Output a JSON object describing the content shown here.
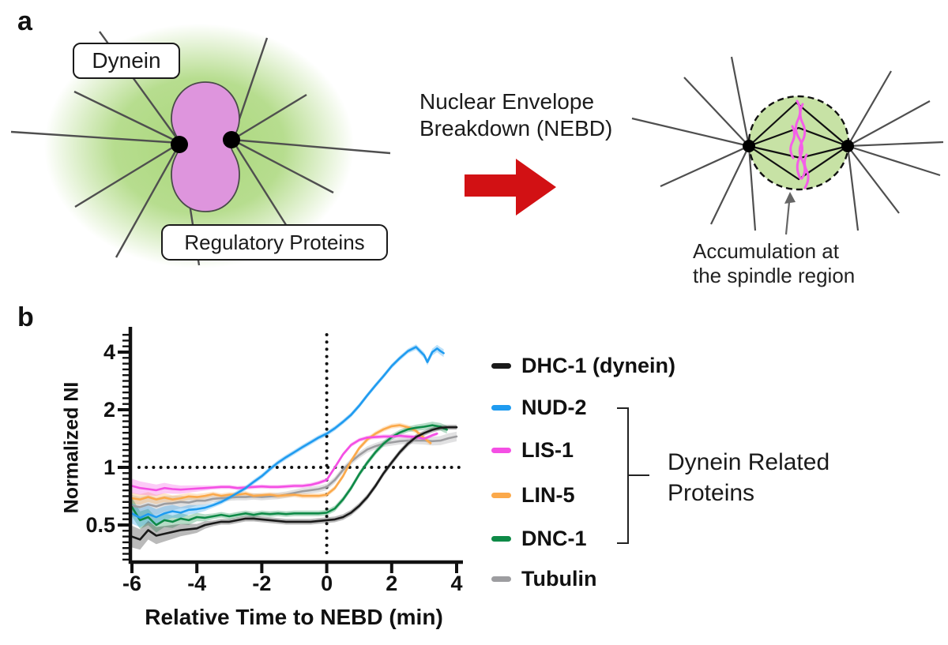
{
  "panel_a": {
    "letter": "a",
    "dynein_label": "Dynein",
    "regulatory_label": "Regulatory Proteins",
    "nebd_title_line1": "Nuclear Envelope",
    "nebd_title_line2": "Breakdown (NEBD)",
    "accumulation_line1": "Accumulation at",
    "accumulation_line2": "the spindle region",
    "colors": {
      "cell_glow": "#aad77b",
      "nucleus": "#de95dd",
      "nucleus_outline": "#4a4a4a",
      "microtubule": "#4f4f4f",
      "centrosome": "#000000",
      "spindle_region_fill": "#c7e2a5",
      "spindle_fiber": "#111111",
      "chromosomes": "#f45fe8",
      "nebd_arrow_red": "#d21114",
      "annotation_arrow": "#666666"
    }
  },
  "panel_b": {
    "letter": "b",
    "ylabel": "Normalized NI",
    "xlabel": "Relative Time to NEBD (min)",
    "legend_items": [
      "DHC-1 (dynein)",
      "NUD-2",
      "LIS-1",
      "LIN-5",
      "DNC-1",
      "Tubulin"
    ],
    "group_label_line1": "Dynein Related",
    "group_label_line2": "Proteins"
  },
  "chart_data": {
    "type": "line",
    "title": "",
    "xlabel": "Relative Time to NEBD (min)",
    "ylabel": "Normalized NI",
    "yscale": "log2",
    "xlim": [
      -6,
      4.15
    ],
    "ylim": [
      0.32,
      5.1
    ],
    "xticks": [
      -6,
      -4,
      -2,
      0,
      2,
      4
    ],
    "yticks": [
      0.5,
      1,
      2,
      4
    ],
    "grid": false,
    "legend_position": "right",
    "reference_lines": {
      "horizontal_y": 1,
      "vertical_x": 0
    },
    "series": [
      {
        "name": "DHC-1 (dynein)",
        "color": "#1a1a1a",
        "band": [
          1.14,
          1.035,
          1.03
        ],
        "t": [
          -6,
          -5.75,
          -5.5,
          -5.25,
          -5,
          -4.75,
          -4.5,
          -4.25,
          -4,
          -3.75,
          -3.5,
          -3.25,
          -3,
          -2.75,
          -2.5,
          -2.25,
          -2,
          -1.75,
          -1.5,
          -1.25,
          -1,
          -0.75,
          -0.5,
          -0.25,
          0,
          0.25,
          0.5,
          0.75,
          1,
          1.25,
          1.5,
          1.75,
          2,
          2.25,
          2.5,
          2.75,
          3,
          3.25,
          3.5,
          3.75,
          4
        ],
        "v": [
          0.435,
          0.42,
          0.47,
          0.44,
          0.45,
          0.46,
          0.47,
          0.475,
          0.48,
          0.5,
          0.51,
          0.52,
          0.52,
          0.53,
          0.54,
          0.54,
          0.535,
          0.53,
          0.525,
          0.52,
          0.52,
          0.52,
          0.52,
          0.525,
          0.53,
          0.535,
          0.55,
          0.58,
          0.63,
          0.7,
          0.8,
          0.93,
          1.06,
          1.2,
          1.33,
          1.44,
          1.51,
          1.57,
          1.61,
          1.62,
          1.62
        ]
      },
      {
        "name": "NUD-2",
        "color": "#1f9bf0",
        "band": [
          1.13,
          1.03,
          1.05
        ],
        "t": [
          -6,
          -5.75,
          -5.5,
          -5.25,
          -5,
          -4.75,
          -4.5,
          -4.25,
          -4,
          -3.75,
          -3.5,
          -3.25,
          -3,
          -2.75,
          -2.5,
          -2.25,
          -2,
          -1.75,
          -1.5,
          -1.25,
          -1,
          -0.75,
          -0.5,
          -0.25,
          0,
          0.25,
          0.5,
          0.75,
          1,
          1.25,
          1.5,
          1.75,
          2,
          2.25,
          2.5,
          2.75,
          3,
          3.1,
          3.25,
          3.4,
          3.5,
          3.6
        ],
        "v": [
          0.575,
          0.545,
          0.57,
          0.55,
          0.575,
          0.59,
          0.58,
          0.6,
          0.605,
          0.615,
          0.635,
          0.66,
          0.695,
          0.735,
          0.78,
          0.84,
          0.9,
          0.98,
          1.06,
          1.13,
          1.2,
          1.275,
          1.35,
          1.43,
          1.5,
          1.6,
          1.73,
          1.88,
          2.1,
          2.38,
          2.68,
          3,
          3.38,
          3.72,
          4.05,
          4.25,
          3.85,
          3.55,
          4,
          4.18,
          4.05,
          3.95
        ]
      },
      {
        "name": "LIS-1",
        "color": "#f44fe4",
        "band": [
          1.09,
          1.025,
          1.02
        ],
        "t": [
          -6,
          -5.75,
          -5.5,
          -5.25,
          -5,
          -4.75,
          -4.5,
          -4.25,
          -4,
          -3.75,
          -3.5,
          -3.25,
          -3,
          -2.75,
          -2.5,
          -2.25,
          -2,
          -1.75,
          -1.5,
          -1.25,
          -1,
          -0.75,
          -0.5,
          -0.25,
          0,
          0.25,
          0.5,
          0.75,
          1,
          1.25,
          1.5,
          1.75,
          2,
          2.25,
          2.5,
          2.75,
          3,
          3.25,
          3.4
        ],
        "v": [
          0.8,
          0.78,
          0.77,
          0.76,
          0.78,
          0.77,
          0.765,
          0.77,
          0.775,
          0.78,
          0.785,
          0.79,
          0.79,
          0.78,
          0.785,
          0.79,
          0.795,
          0.79,
          0.79,
          0.795,
          0.8,
          0.8,
          0.81,
          0.83,
          0.86,
          1,
          1.17,
          1.31,
          1.39,
          1.43,
          1.44,
          1.45,
          1.45,
          1.46,
          1.45,
          1.44,
          1.41,
          1.47,
          1.5
        ]
      },
      {
        "name": "LIN-5",
        "color": "#fba94b",
        "band": [
          1.07,
          1.03,
          1.03
        ],
        "t": [
          -6,
          -5.75,
          -5.5,
          -5.25,
          -5,
          -4.75,
          -4.5,
          -4.25,
          -4,
          -3.75,
          -3.5,
          -3.25,
          -3,
          -2.75,
          -2.5,
          -2.25,
          -2,
          -1.75,
          -1.5,
          -1.25,
          -1,
          -0.75,
          -0.5,
          -0.25,
          0,
          0.25,
          0.5,
          0.75,
          1,
          1.25,
          1.5,
          1.75,
          2,
          2.25,
          2.5,
          2.75,
          3,
          3.2
        ],
        "v": [
          0.69,
          0.68,
          0.7,
          0.68,
          0.695,
          0.68,
          0.69,
          0.705,
          0.7,
          0.71,
          0.725,
          0.71,
          0.72,
          0.72,
          0.73,
          0.71,
          0.715,
          0.72,
          0.71,
          0.715,
          0.72,
          0.71,
          0.71,
          0.71,
          0.72,
          0.78,
          0.9,
          1.08,
          1.26,
          1.4,
          1.5,
          1.58,
          1.64,
          1.66,
          1.62,
          1.55,
          1.42,
          1.34
        ]
      },
      {
        "name": "DNC-1",
        "color": "#0e8a47",
        "band": [
          1.12,
          1.035,
          1.05
        ],
        "t": [
          -6,
          -5.75,
          -5.5,
          -5.25,
          -5,
          -4.75,
          -4.5,
          -4.25,
          -4,
          -3.75,
          -3.5,
          -3.25,
          -3,
          -2.75,
          -2.5,
          -2.25,
          -2,
          -1.75,
          -1.5,
          -1.25,
          -1,
          -0.75,
          -0.5,
          -0.25,
          0,
          0.25,
          0.5,
          0.75,
          1,
          1.25,
          1.5,
          1.75,
          2,
          2.25,
          2.5,
          2.75,
          3,
          3.25,
          3.5,
          3.6,
          3.7
        ],
        "v": [
          0.62,
          0.53,
          0.55,
          0.5,
          0.53,
          0.52,
          0.54,
          0.53,
          0.55,
          0.545,
          0.555,
          0.565,
          0.555,
          0.565,
          0.575,
          0.565,
          0.575,
          0.57,
          0.575,
          0.57,
          0.575,
          0.575,
          0.575,
          0.575,
          0.58,
          0.61,
          0.68,
          0.78,
          0.92,
          1.06,
          1.2,
          1.33,
          1.44,
          1.52,
          1.58,
          1.61,
          1.63,
          1.66,
          1.63,
          1.6,
          1.575
        ]
      },
      {
        "name": "Tubulin",
        "color": "#9d9da0",
        "band": [
          1.14,
          1.04,
          1.06
        ],
        "t": [
          -6,
          -5.75,
          -5.5,
          -5.25,
          -5,
          -4.75,
          -4.5,
          -4.25,
          -4,
          -3.75,
          -3.5,
          -3.25,
          -3,
          -2.75,
          -2.5,
          -2.25,
          -2,
          -1.75,
          -1.5,
          -1.25,
          -1,
          -0.75,
          -0.5,
          -0.25,
          0,
          0.25,
          0.5,
          0.75,
          1,
          1.25,
          1.5,
          1.75,
          2,
          2.25,
          2.5,
          2.75,
          3,
          3.25,
          3.5,
          3.75,
          4
        ],
        "v": [
          0.63,
          0.62,
          0.64,
          0.625,
          0.645,
          0.65,
          0.66,
          0.655,
          0.67,
          0.67,
          0.685,
          0.69,
          0.695,
          0.7,
          0.7,
          0.705,
          0.7,
          0.705,
          0.71,
          0.72,
          0.735,
          0.75,
          0.76,
          0.77,
          0.79,
          0.86,
          0.97,
          1.07,
          1.16,
          1.24,
          1.29,
          1.33,
          1.35,
          1.37,
          1.38,
          1.38,
          1.38,
          1.37,
          1.38,
          1.42,
          1.45
        ]
      }
    ]
  }
}
